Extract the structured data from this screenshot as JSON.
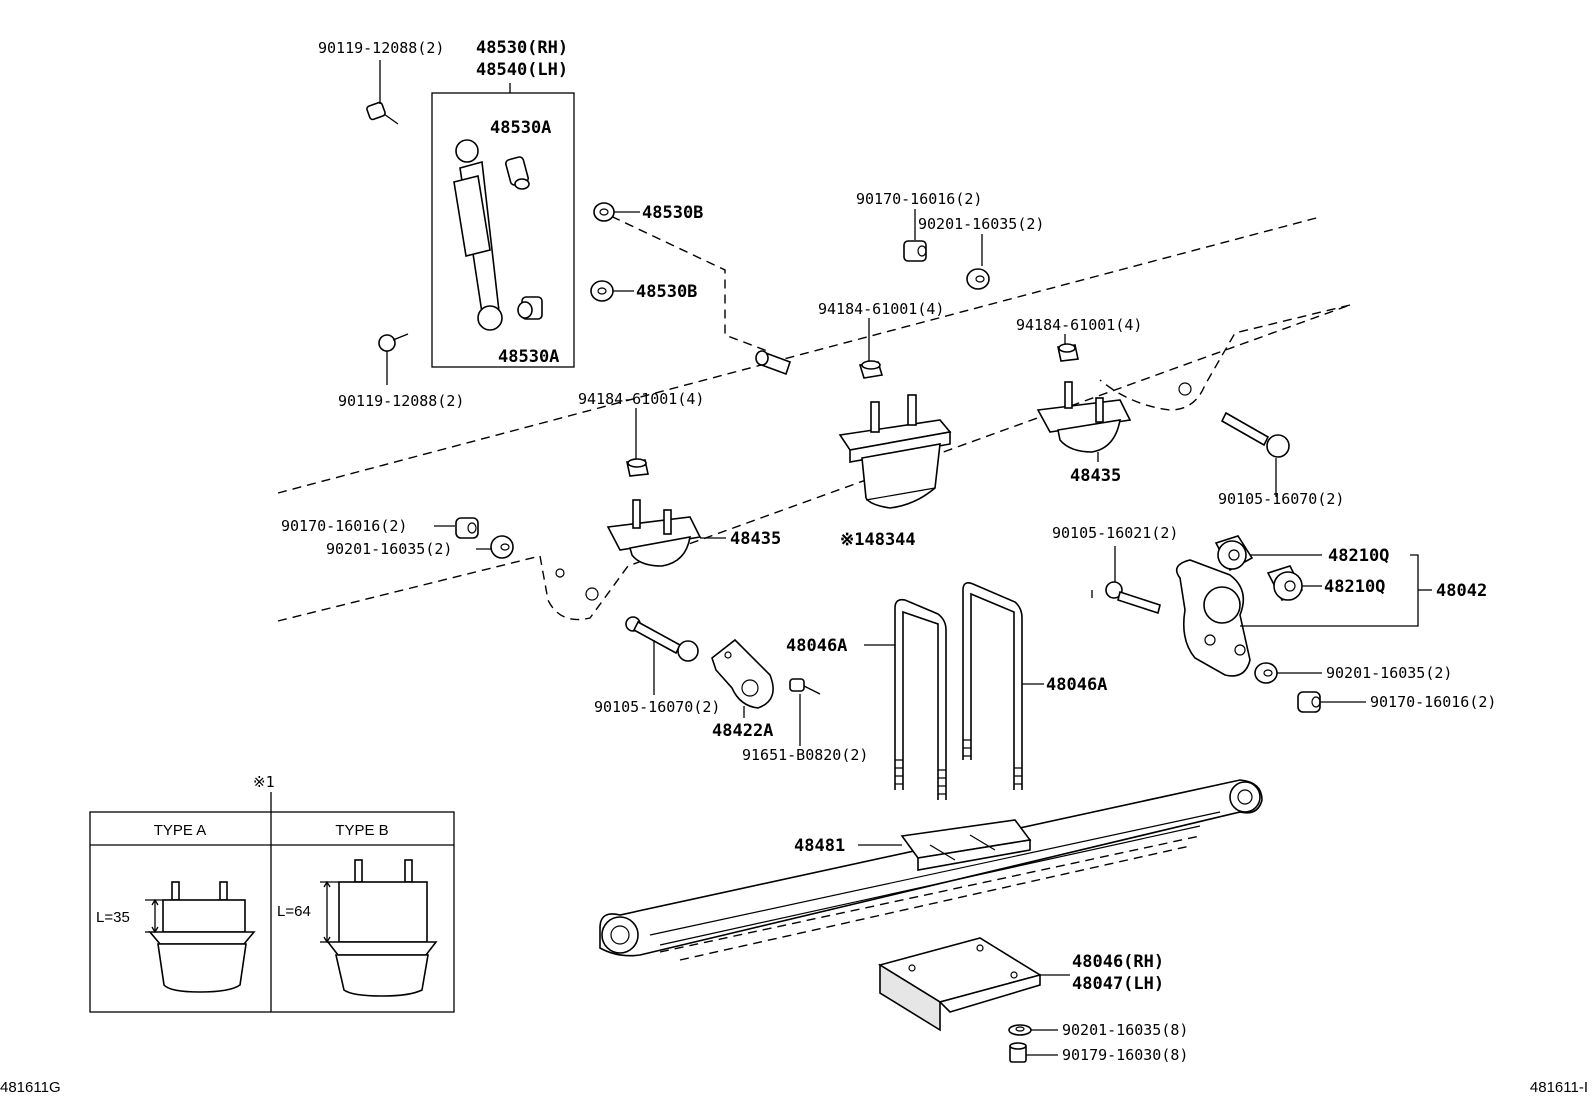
{
  "labels": {
    "shock_bolt_top": "90119-12088(2)",
    "shock_rh": "48530(RH)",
    "shock_lh": "48540(LH)",
    "bushing_a_top": "48530A",
    "washer_b_1": "48530B",
    "washer_b_2": "48530B",
    "bushing_a_bottom": "48530A",
    "shock_bolt_bottom": "90119-12088(2)",
    "nut_90170_top": "90170-16016(2)",
    "washer_90201_top": "90201-16035(2)",
    "nut_94184_center": "94184-61001(4)",
    "nut_94184_right": "94184-61001(4)",
    "nut_94184_left": "94184-61001(4)",
    "bumper_48435_right": "48435",
    "bolt_90105_right": "90105-16070(2)",
    "nut_90170_left": "90170-16016(2)",
    "washer_90201_left": "90201-16035(2)",
    "bumper_48435_left": "48435",
    "bumper_48344": "※148344",
    "bolt_90105_shackle": "90105-16021(2)",
    "bushing_48210_1": "48210Q",
    "bushing_48210_2": "48210Q",
    "shackle_48042": "48042",
    "ubolt_48046a_left": "48046A",
    "ubolt_48046a_right": "48046A",
    "bolt_90105_bottom": "90105-16070(2)",
    "bracket_48422a": "48422A",
    "bolt_91651": "91651-B0820(2)",
    "washer_90201_right": "90201-16035(2)",
    "nut_90170_right": "90170-16016(2)",
    "seat_48481": "48481",
    "plate_rh": "48046(RH)",
    "plate_lh": "48047(LH)",
    "washer_90201_bottom": "90201-16035(8)",
    "nut_90179_bottom": "90179-16030(8)"
  },
  "inset": {
    "note_mark": "※1",
    "type_a_header": "TYPE A",
    "type_b_header": "TYPE B",
    "type_a_dim": "L=35",
    "type_b_dim": "L=64"
  },
  "footer": {
    "left_code": "481611G",
    "right_code": "481611-I"
  }
}
